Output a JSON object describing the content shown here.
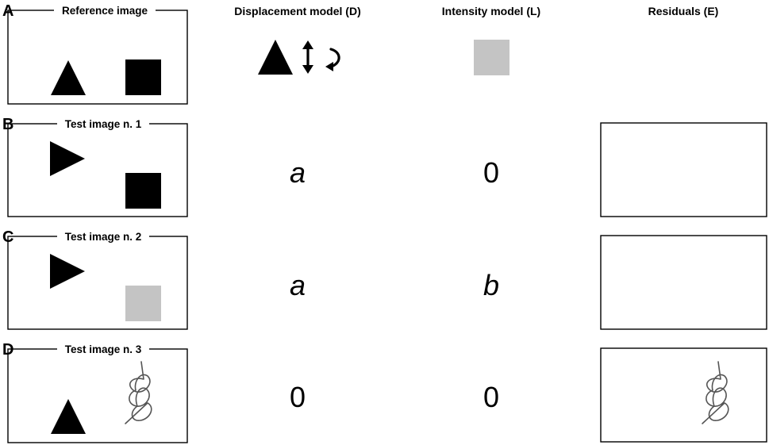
{
  "columns": {
    "displacement": "Displacement model (D)",
    "intensity": "Intensity model (L)",
    "residuals": "Residuals (E)"
  },
  "rows": [
    {
      "letter": "A",
      "panel_title": "Reference image",
      "displacement": "",
      "intensity": ""
    },
    {
      "letter": "B",
      "panel_title": "Test image n. 1",
      "displacement": "a",
      "intensity": "0"
    },
    {
      "letter": "C",
      "panel_title": "Test image n. 2",
      "displacement": "a",
      "intensity": "b"
    },
    {
      "letter": "D",
      "panel_title": "Test image n. 3",
      "displacement": "0",
      "intensity": "0"
    }
  ],
  "colors": {
    "shape": "#000000",
    "reduced_intensity_square": "#c4c4c4",
    "scribble": "#555555"
  },
  "icons": {
    "translation": "up-down-arrow-icon",
    "rotation": "curved-arrow-icon"
  }
}
